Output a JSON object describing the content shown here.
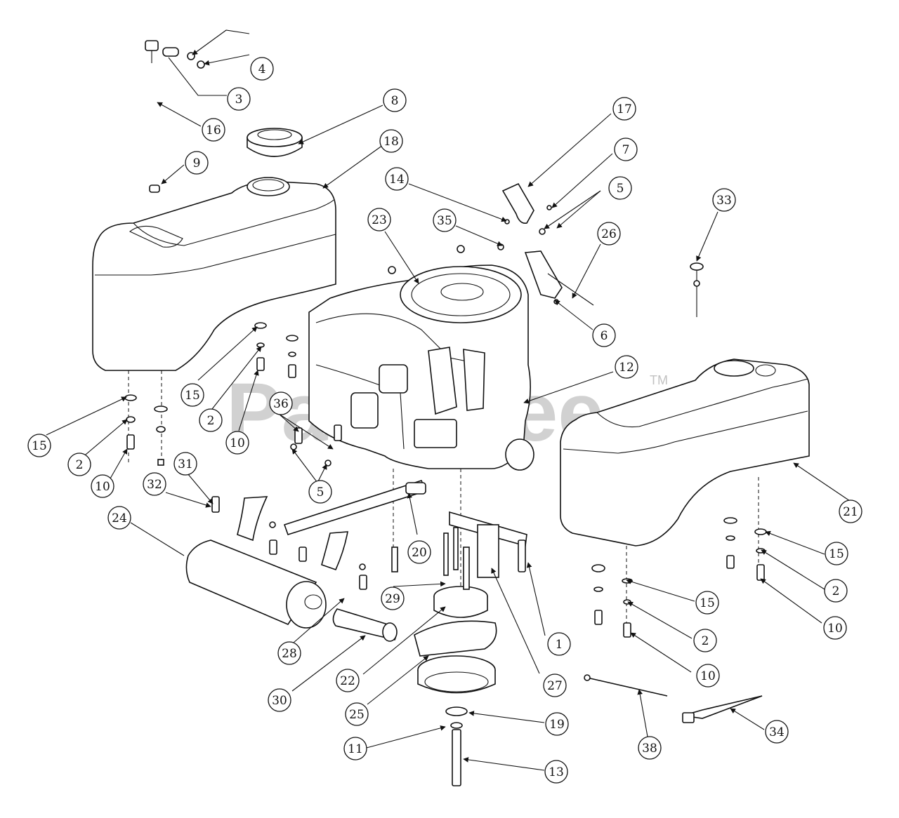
{
  "watermark": {
    "text": "PartsTree",
    "trademark": "TM"
  },
  "callouts": [
    {
      "label": "1"
    },
    {
      "label": "2"
    },
    {
      "label": "2"
    },
    {
      "label": "2"
    },
    {
      "label": "2"
    },
    {
      "label": "3"
    },
    {
      "label": "4"
    },
    {
      "label": "5"
    },
    {
      "label": "5"
    },
    {
      "label": "6"
    },
    {
      "label": "7"
    },
    {
      "label": "8"
    },
    {
      "label": "9"
    },
    {
      "label": "10"
    },
    {
      "label": "10"
    },
    {
      "label": "10"
    },
    {
      "label": "10"
    },
    {
      "label": "11"
    },
    {
      "label": "12"
    },
    {
      "label": "13"
    },
    {
      "label": "14"
    },
    {
      "label": "15"
    },
    {
      "label": "15"
    },
    {
      "label": "15"
    },
    {
      "label": "15"
    },
    {
      "label": "16"
    },
    {
      "label": "17"
    },
    {
      "label": "18"
    },
    {
      "label": "19"
    },
    {
      "label": "20"
    },
    {
      "label": "21"
    },
    {
      "label": "22"
    },
    {
      "label": "23"
    },
    {
      "label": "24"
    },
    {
      "label": "25"
    },
    {
      "label": "26"
    },
    {
      "label": "27"
    },
    {
      "label": "28"
    },
    {
      "label": "29"
    },
    {
      "label": "30"
    },
    {
      "label": "31"
    },
    {
      "label": "32"
    },
    {
      "label": "33"
    },
    {
      "label": "34"
    },
    {
      "label": "35"
    },
    {
      "label": "36"
    },
    {
      "label": "38"
    }
  ]
}
